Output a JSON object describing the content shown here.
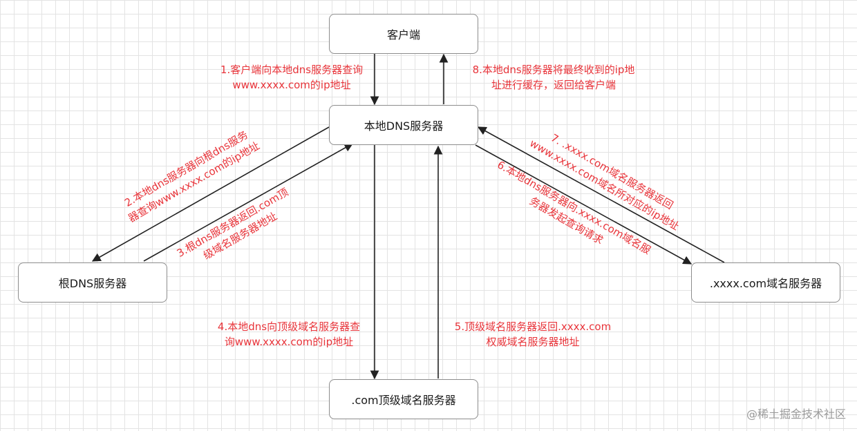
{
  "nodes": {
    "client": "客户端",
    "local_dns": "本地DNS服务器",
    "root_dns": "根DNS服务器",
    "tld_dns": ".com顶级域名服务器",
    "auth_dns": ".xxxx.com域名服务器"
  },
  "steps": {
    "step1": [
      "1.客户端向本地dns服务器查询",
      "www.xxxx.com的ip地址"
    ],
    "step2": [
      "2.本地dns服务器向根dns服务",
      "器查询www.xxxx.com的ip地址"
    ],
    "step3": [
      "3.根dns服务器返回.com顶",
      "级域名服务器地址"
    ],
    "step4": [
      "4.本地dns向顶级域名服务器查",
      "询www.xxxx.com的ip地址"
    ],
    "step5": [
      "5.顶级域名服务器返回.xxxx.com",
      "权威域名服务器地址"
    ],
    "step6": [
      "6.本地dns服务器向.xxxx.com域名服",
      "务器发起查询请求"
    ],
    "step7": [
      "7. .xxxx.com域名服务器返回",
      "www.xxxx.com域名所对应的ip地址"
    ],
    "step8": [
      "8.本地dns服务器将最终收到的ip地",
      "址进行缓存，返回给客户端"
    ]
  },
  "watermark": "@稀土掘金技术社区",
  "colors": {
    "annotation": "#e8343a",
    "arrow": "#222222",
    "node_border": "#8c8c8c"
  }
}
